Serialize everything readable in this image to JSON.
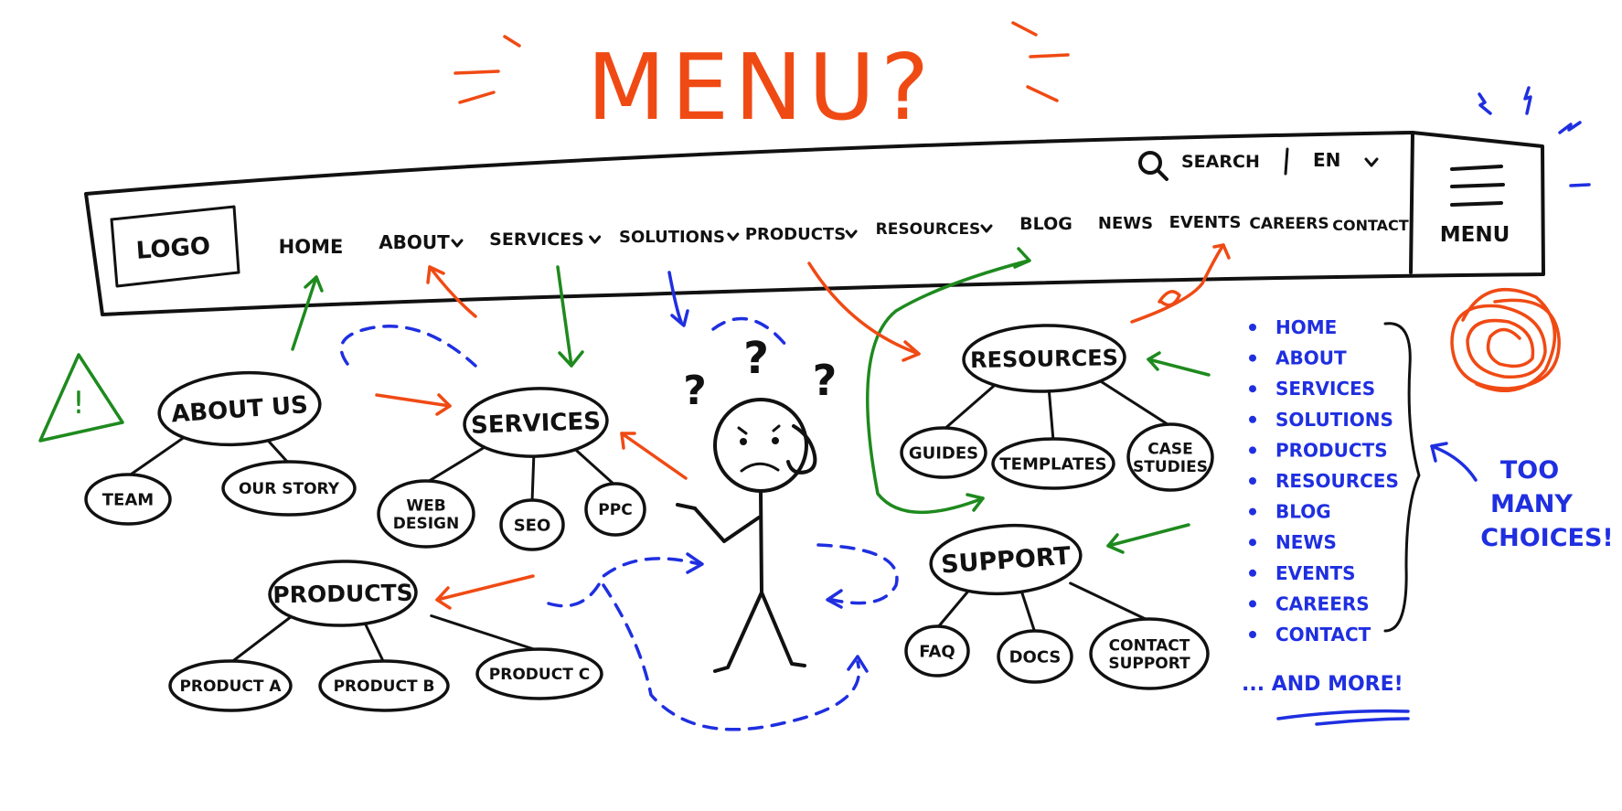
{
  "title": "MENU?",
  "navbar": {
    "logo": "LOGO",
    "items": [
      {
        "label": "HOME",
        "dropdown": false
      },
      {
        "label": "ABOUT",
        "dropdown": true
      },
      {
        "label": "SERVICES",
        "dropdown": true
      },
      {
        "label": "SOLUTIONS",
        "dropdown": true
      },
      {
        "label": "PRODUCTS",
        "dropdown": true
      },
      {
        "label": "RESOURCES",
        "dropdown": true
      },
      {
        "label": "BLOG",
        "dropdown": false
      },
      {
        "label": "NEWS",
        "dropdown": false
      },
      {
        "label": "EVENTS",
        "dropdown": false
      },
      {
        "label": "CAREERS",
        "dropdown": false
      },
      {
        "label": "CONTACT",
        "dropdown": false
      }
    ],
    "search_label": "SEARCH",
    "language": "EN",
    "menu_label": "MENU"
  },
  "clusters": {
    "about": {
      "label": "ABOUT US",
      "children": [
        "TEAM",
        "OUR STORY"
      ]
    },
    "services": {
      "label": "SERVICES",
      "children": [
        "WEB DESIGN",
        "SEO",
        "PPC"
      ]
    },
    "products": {
      "label": "PRODUCTS",
      "children": [
        "PRODUCT A",
        "PRODUCT B",
        "PRODUCT C"
      ]
    },
    "resources": {
      "label": "RESOURCES",
      "children": [
        "GUIDES",
        "TEMPLATES",
        "CASE STUDIES"
      ]
    },
    "support": {
      "label": "SUPPORT",
      "children": [
        "FAQ",
        "DOCS",
        "CONTACT SUPPORT"
      ]
    }
  },
  "figure_marks": [
    "?",
    "?",
    "?"
  ],
  "warning_mark": "!",
  "side_list": {
    "items": [
      "HOME",
      "ABOUT",
      "SERVICES",
      "SOLUTIONS",
      "PRODUCTS",
      "RESOURCES",
      "BLOG",
      "NEWS",
      "EVENTS",
      "CAREERS",
      "CONTACT"
    ],
    "more": "... AND MORE!"
  },
  "callout": [
    "TOO",
    "MANY",
    "CHOICES!"
  ],
  "colors": {
    "ink": "#111111",
    "accent_orange": "#f04a14",
    "accent_green": "#1e8a1e",
    "accent_blue": "#1f2fe0"
  },
  "icons": [
    "search-icon",
    "chevron-down-icon",
    "hamburger-icon",
    "warning-icon",
    "scribble-icon"
  ]
}
